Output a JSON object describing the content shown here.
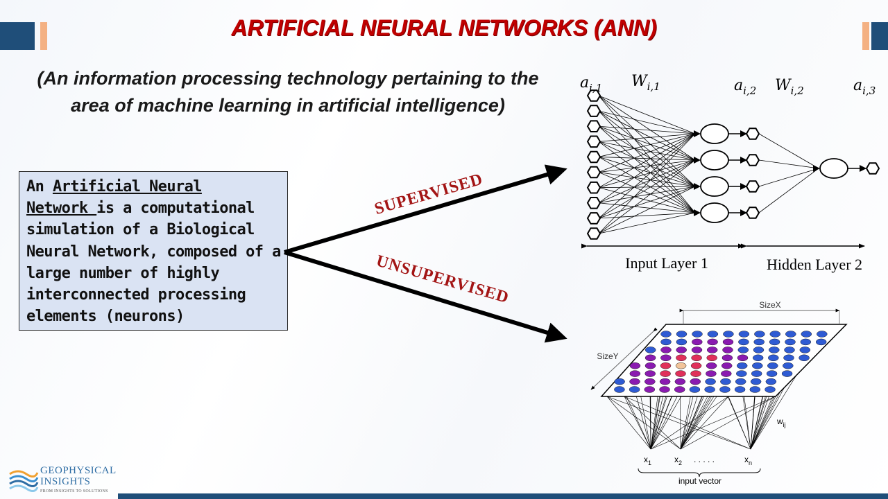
{
  "slide": {
    "title": "ARTIFICIAL NEURAL NETWORKS (ANN)",
    "subtitle_line1": "(An information processing technology pertaining to the",
    "subtitle_line2": "area of machine learning in artificial intelligence)"
  },
  "definition": {
    "term_part1": "Artificial Neural",
    "term_part2": "Network ",
    "intro_word": "An ",
    "rest_line2": "is a computational",
    "rest": "simulation of a Biological Neural Network, composed of a large number of highly interconnected processing elements (neurons)"
  },
  "branches": {
    "supervised_label": "SUPERVISED",
    "unsupervised_label": "UNSUPERVISED"
  },
  "ann_diagram": {
    "labels": {
      "a1_base": "a",
      "a1_sub": "i,1",
      "w1_base": "W",
      "w1_sub": "i,1",
      "a2_base": "a",
      "a2_sub": "i,2",
      "w2_base": "W",
      "w2_sub": "i,2",
      "a3_base": "a",
      "a3_sub": "i,3"
    },
    "layer1_label": "Input Layer 1",
    "layer2_label": "Hidden Layer 2",
    "input_node_count": 10,
    "hidden_node_count": 4,
    "output_node_count": 1
  },
  "som_diagram": {
    "size_x": "SizeX",
    "size_y": "SizeY",
    "weight_base": "w",
    "weight_sub": "ij",
    "x1_base": "x",
    "x1_sub": "1",
    "x2_base": "x",
    "x2_sub": "2",
    "dots": ". . . . .",
    "xn_base": "x",
    "xn_sub": "n",
    "input_caption": "input vector",
    "colors": {
      "blue": "#2f5bd3",
      "purple": "#8a1bb0",
      "red": "#e0305a",
      "peach": "#f2c49a"
    }
  },
  "footer": {
    "logo_line1": "GEOPHYSICAL",
    "logo_line2": "INSIGHTS",
    "logo_tagline": "FROM INSIGHTS TO SOLUTIONS"
  }
}
